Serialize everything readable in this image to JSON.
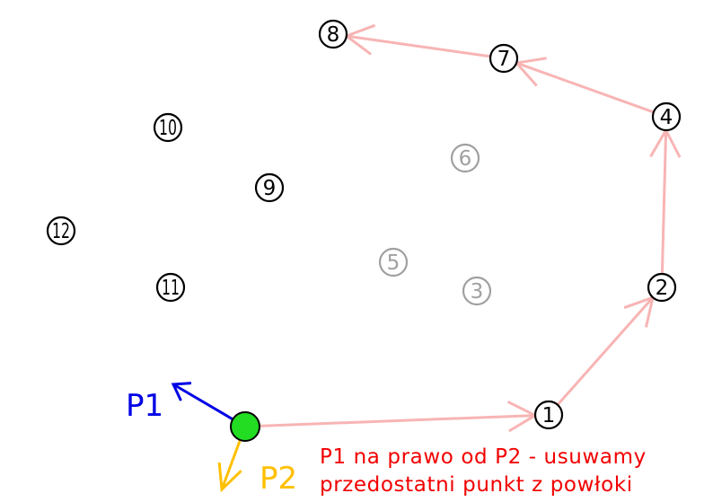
{
  "points": [
    {
      "id": "p1",
      "label": "1",
      "status": "hull"
    },
    {
      "id": "p2",
      "label": "2",
      "status": "hull"
    },
    {
      "id": "p3",
      "label": "3",
      "status": "removed"
    },
    {
      "id": "p4",
      "label": "4",
      "status": "hull"
    },
    {
      "id": "p5",
      "label": "5",
      "status": "removed"
    },
    {
      "id": "p6",
      "label": "6",
      "status": "removed"
    },
    {
      "id": "p7",
      "label": "7",
      "status": "hull"
    },
    {
      "id": "p8",
      "label": "8",
      "status": "hull"
    },
    {
      "id": "p9",
      "label": "9",
      "status": "pending"
    },
    {
      "id": "p10",
      "label": "10",
      "status": "pending"
    },
    {
      "id": "p11",
      "label": "11",
      "status": "pending"
    },
    {
      "id": "p12",
      "label": "12",
      "status": "pending"
    }
  ],
  "hull_path": [
    "start",
    "p1",
    "p2",
    "p4",
    "p7",
    "p8"
  ],
  "start_point": {
    "color": "#22dd22"
  },
  "vectors": {
    "p1": {
      "label": "P1",
      "color": "#0000e6"
    },
    "p2": {
      "label": "P2",
      "color": "#ffc000"
    }
  },
  "colors": {
    "hull_edge": "#f8b4b4",
    "point_active": "#000000",
    "point_removed": "#a0a0a0"
  },
  "caption": {
    "line1": "P1 na prawo od P2 - usuwamy",
    "line2": "przedostatni punkt z powłoki",
    "color": "#f20000"
  }
}
